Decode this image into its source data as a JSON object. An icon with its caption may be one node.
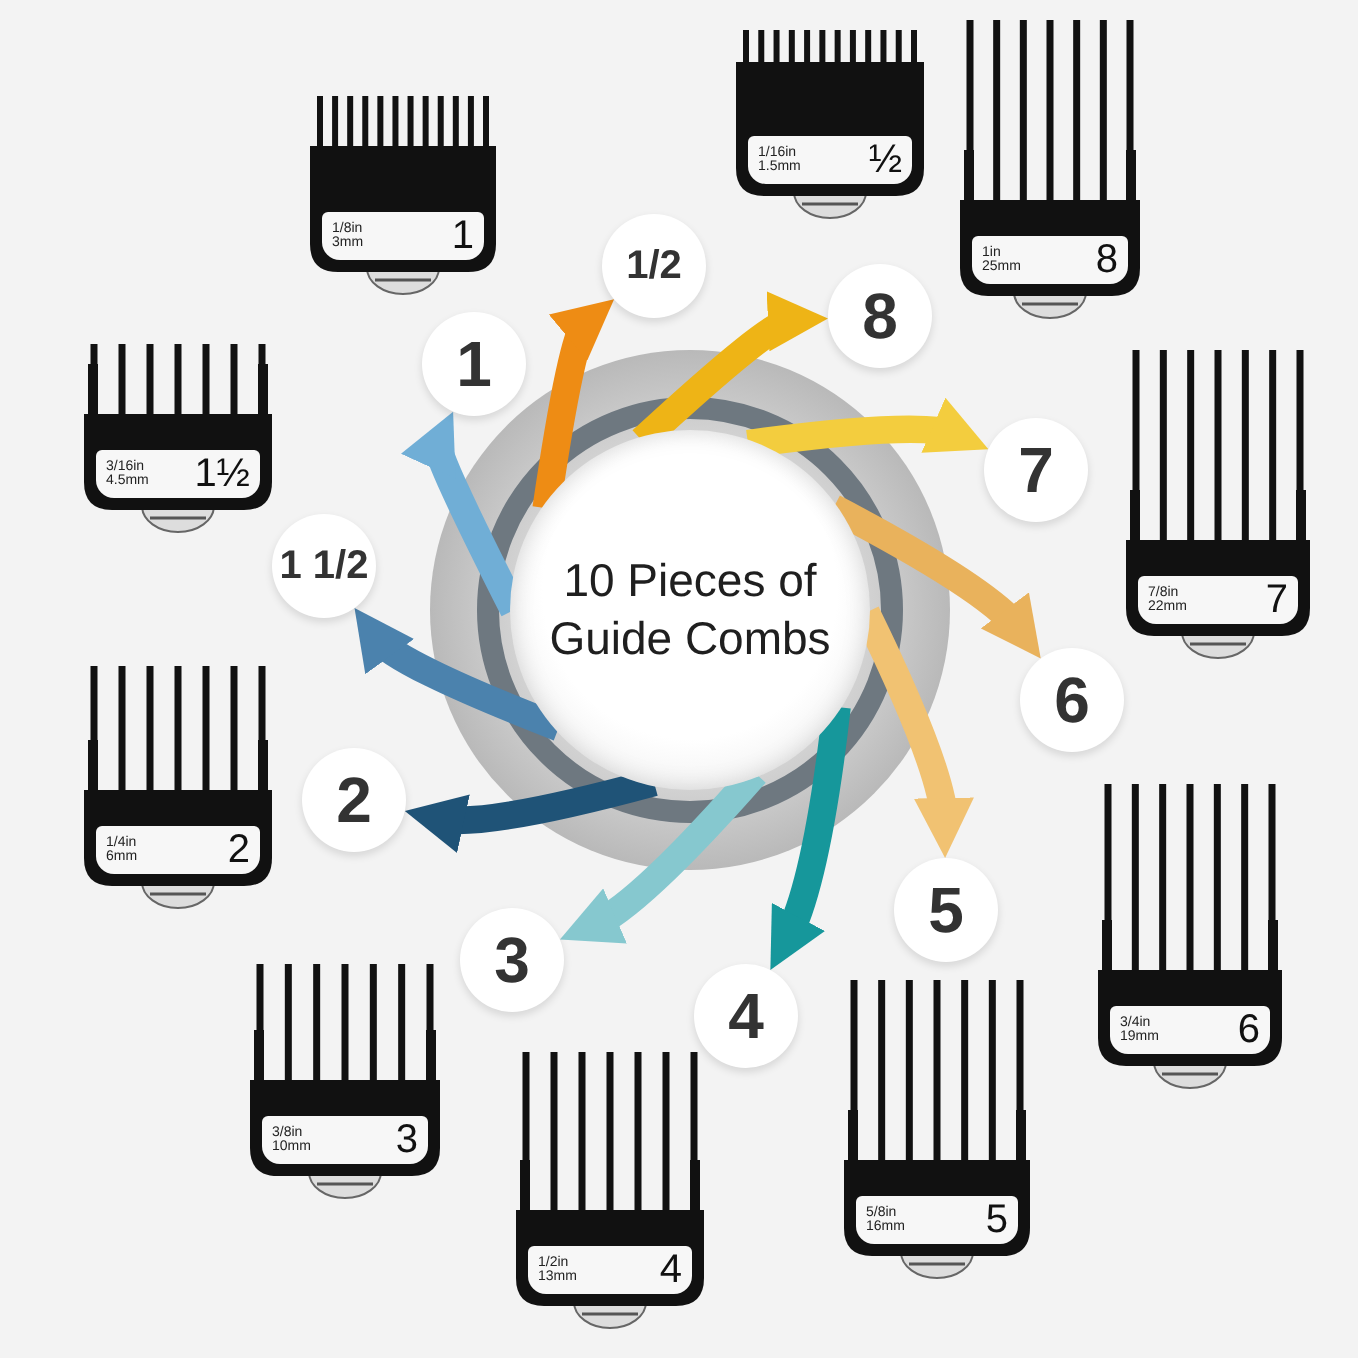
{
  "diagram": {
    "nodes": [
      {
        "text": [
          "10 Pieces of Guide Combs"
        ]
      },
      {
        "text": [
          "1/2"
        ]
      },
      {
        "text": [
          "8"
        ]
      },
      {
        "text": [
          "7"
        ]
      },
      {
        "text": [
          "6"
        ]
      },
      {
        "text": [
          "5"
        ]
      },
      {
        "text": [
          "4"
        ]
      },
      {
        "text": [
          "3"
        ]
      },
      {
        "text": [
          "2"
        ]
      },
      {
        "text": [
          "1 1/2"
        ]
      },
      {
        "text": [
          "1"
        ]
      },
      {
        "text": [
          "1/8in 3mm",
          "1"
        ]
      },
      {
        "text": [
          "1/16in 1.5mm",
          "½"
        ]
      },
      {
        "text": [
          "1in 25mm",
          "8"
        ]
      },
      {
        "text": [
          "3/16in 4.5mm",
          "1½"
        ]
      },
      {
        "text": [
          "7/8in 22mm",
          "7"
        ]
      },
      {
        "text": [
          "1/4in 6mm",
          "2"
        ]
      },
      {
        "text": [
          "3/4in 19mm",
          "6"
        ]
      },
      {
        "text": [
          "3/8in 10mm",
          "3"
        ]
      },
      {
        "text": [
          "5/8in 16mm",
          "5"
        ]
      },
      {
        "text": [
          "1/2in 13mm",
          "4"
        ]
      }
    ],
    "edges": [
      {
        "from": 0,
        "to": 1,
        "arrow": "to",
        "color": "#ee8c14"
      },
      {
        "from": 0,
        "to": 2,
        "arrow": "to",
        "color": "#eeb416"
      },
      {
        "from": 0,
        "to": 3,
        "arrow": "to",
        "color": "#f3cd3e"
      },
      {
        "from": 0,
        "to": 4,
        "arrow": "to",
        "color": "#e9b25c"
      },
      {
        "from": 0,
        "to": 5,
        "arrow": "to",
        "color": "#f1c272"
      },
      {
        "from": 0,
        "to": 6,
        "arrow": "to",
        "color": "#16979b"
      },
      {
        "from": 0,
        "to": 7,
        "arrow": "to",
        "color": "#86c8cf"
      },
      {
        "from": 0,
        "to": 8,
        "arrow": "to",
        "color": "#1f5377"
      },
      {
        "from": 0,
        "to": 9,
        "arrow": "to",
        "color": "#4b82ad"
      },
      {
        "from": 0,
        "to": 10,
        "arrow": "to",
        "color": "#70aed6"
      }
    ]
  }
}
